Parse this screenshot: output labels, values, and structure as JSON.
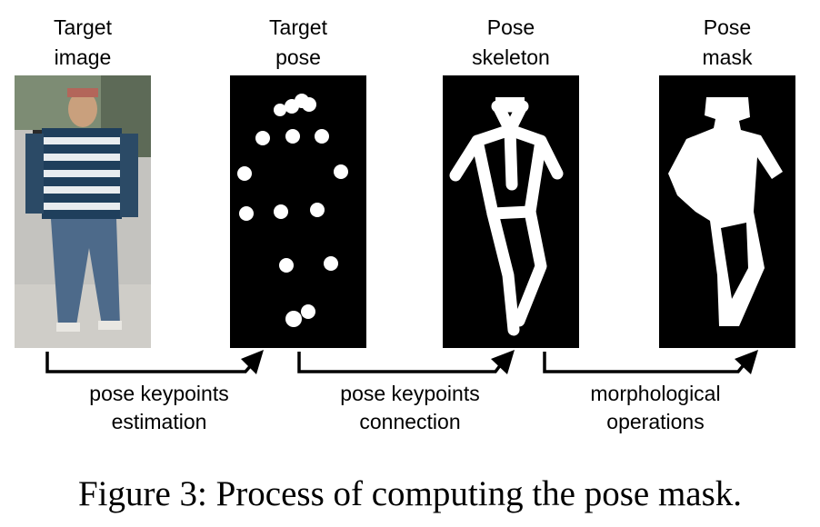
{
  "panels": {
    "target_image": "Target\nimage",
    "target_pose": "Target\npose",
    "pose_skeleton": "Pose\nskeleton",
    "pose_mask": "Pose\nmask"
  },
  "steps": {
    "step1": "pose keypoints\nestimation",
    "step2": "pose keypoints\nconnection",
    "step3": "morphological\noperations"
  },
  "caption": "Figure 3: Process of computing the pose mask.",
  "colors": {
    "panel_bg": "#000000",
    "foreground": "#ffffff",
    "arrow": "#000000"
  }
}
